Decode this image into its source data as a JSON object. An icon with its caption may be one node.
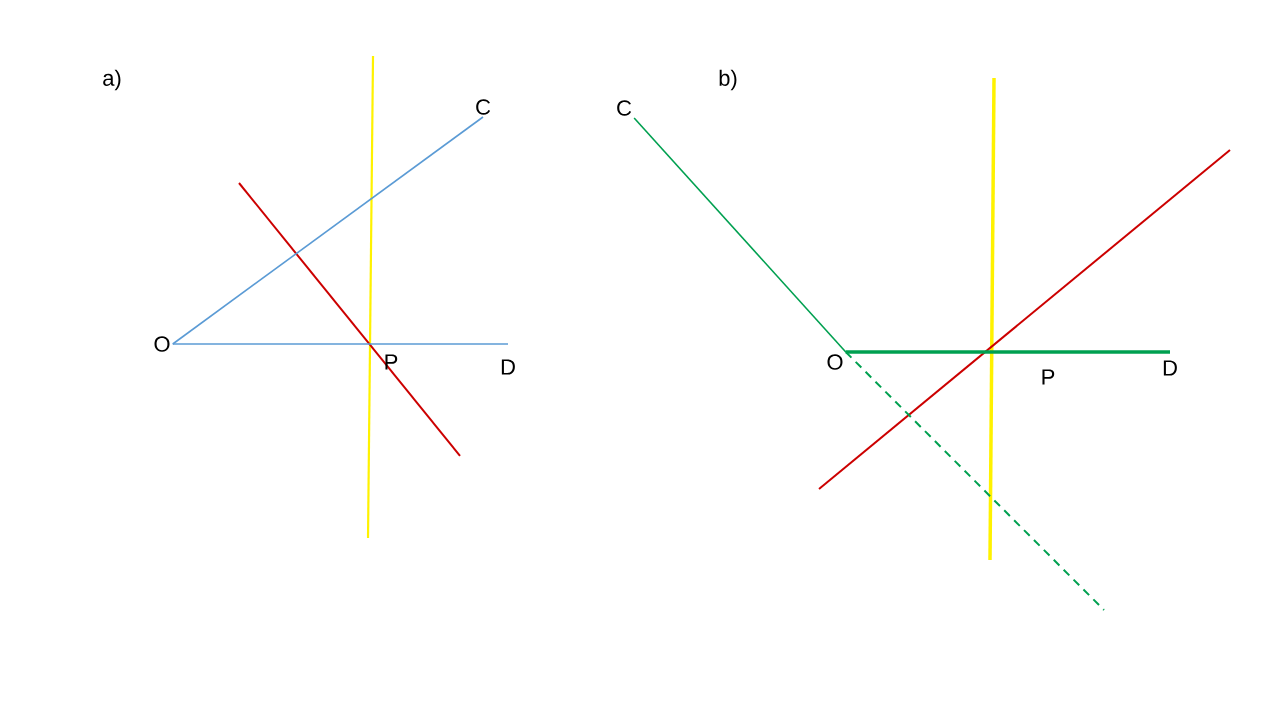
{
  "diagram": {
    "nodes": [
      {
        "text": [
          "O"
        ]
      },
      {
        "text": [
          "C"
        ]
      },
      {
        "text": [
          "D"
        ]
      },
      {
        "text": [
          "C"
        ]
      },
      {
        "text": [
          "O"
        ]
      },
      {
        "text": [
          "D"
        ]
      }
    ],
    "edges": [
      {
        "from": 0,
        "to": 1,
        "arrow": "none",
        "color": "#5b9bd5"
      },
      {
        "from": 0,
        "to": 2,
        "arrow": "none",
        "color": "#5b9bd5"
      },
      {
        "from": 4,
        "to": 3,
        "arrow": "none",
        "color": "#00a050"
      },
      {
        "from": 4,
        "to": 5,
        "arrow": "none",
        "style": "thick",
        "color": "#00a050"
      },
      {
        "from": 4,
        "to": null,
        "arrow": "none",
        "style": "dashed",
        "color": "#00a050"
      }
    ],
    "labels": [
      "a)",
      "b)",
      "P",
      "P"
    ]
  }
}
